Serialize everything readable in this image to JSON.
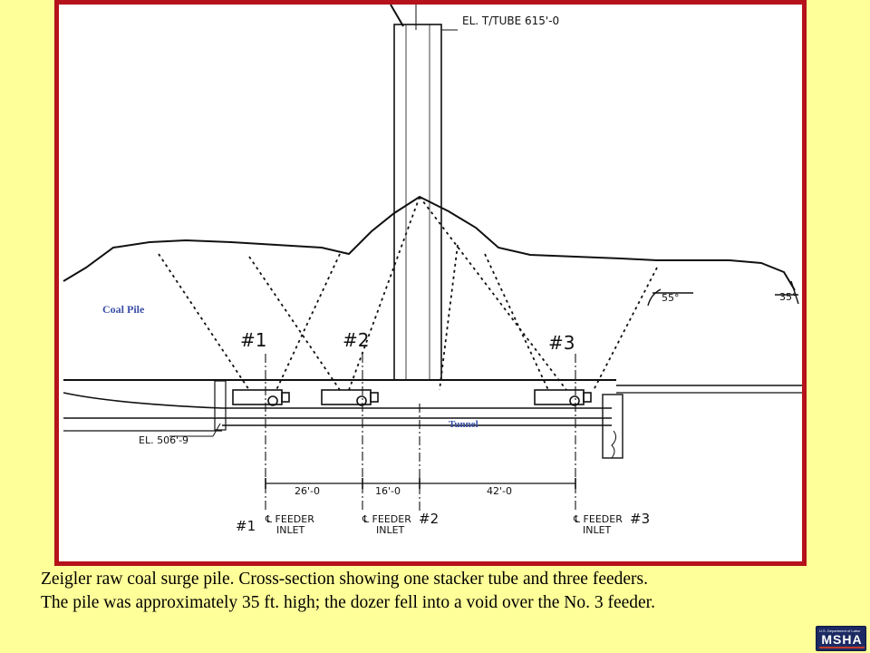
{
  "drawing": {
    "elevation_top": "EL. T/TUBE 615'-0",
    "elevation_bottom": "EL. 506'-9",
    "angle_left": "55°",
    "angle_right": "35°",
    "label_coal_pile": "Coal Pile",
    "label_tunnel": "Tunnel",
    "feeder_marks": [
      "#1",
      "#2",
      "#3"
    ],
    "dimensions": [
      "26'-0",
      "16'-0",
      "42'-0"
    ],
    "feeder_labels": {
      "f1": {
        "num": "#1",
        "line1": "℄ FEEDER",
        "line2": "INLET"
      },
      "f2": {
        "num": "#2",
        "line1": "℄ FEEDER",
        "line2": "INLET"
      },
      "f3": {
        "num": "#3",
        "line1": "℄ FEEDER",
        "line2": "INLET"
      }
    }
  },
  "caption": {
    "line1": "Zeigler raw coal surge pile.  Cross-section showing one stacker tube and three feeders.",
    "line2": "The pile was approximately 35 ft. high;  the dozer fell into a void over the No. 3 feeder."
  },
  "logo": {
    "top_text": "U.S. Department of Labor",
    "main_text": "MSHA"
  },
  "colors": {
    "background": "#ffff99",
    "frame": "#b5121b",
    "label_blue": "#3a4fa8"
  }
}
